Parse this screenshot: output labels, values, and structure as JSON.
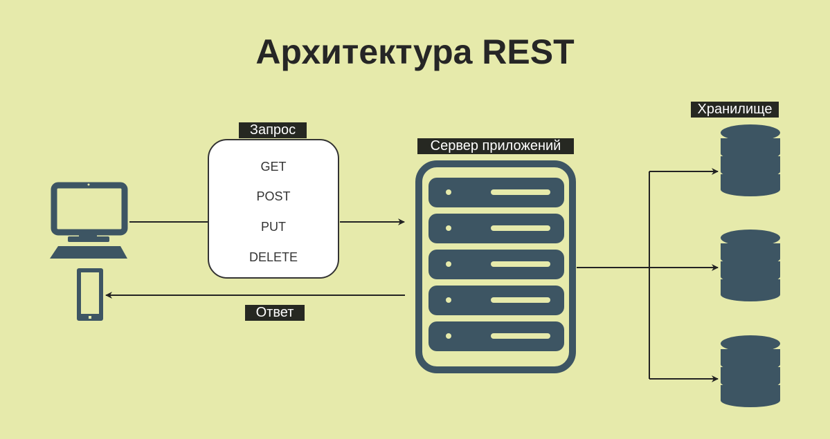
{
  "title": "Архитектура REST",
  "labels": {
    "request": "Запрос",
    "server": "Сервер приложений",
    "storage": "Хранилище",
    "response": "Ответ"
  },
  "methods": [
    "GET",
    "POST",
    "PUT",
    "DELETE"
  ],
  "colors": {
    "background": "#e6eaab",
    "icon": "#3d5563",
    "label_bg": "#262822"
  }
}
